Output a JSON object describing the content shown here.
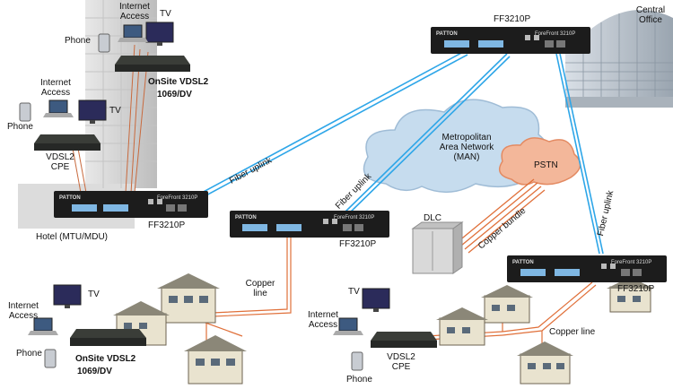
{
  "colors": {
    "fiber": "#2ea6e8",
    "copper": "#e0703a",
    "device_body": "#1c1c1c",
    "cloud": "#c6dcee",
    "pstn_cloud": "#f3b79a"
  },
  "labels": {
    "internet_access": "Internet Access",
    "tv": "TV",
    "phone": "Phone",
    "onsite_vdsl2": "OnSite VDSL2",
    "onsite_model": "1069/DV",
    "vdsl2_cpe_line1": "VDSL2",
    "vdsl2_cpe_line2": "CPE",
    "central_office_line1": "Central",
    "central_office_line2": "Office",
    "ff3210p": "FF3210P",
    "hotel": "Hotel (MTU/MDU)",
    "metro_line1": "Metropolitan",
    "metro_line2": "Area Network",
    "metro_line3": "(MAN)",
    "pstn": "PSTN",
    "dlc": "DLC",
    "copper_bundle": "Copper bundle",
    "fiber_uplink": "Fiber uplink",
    "copper_line_1": "Copper",
    "copper_line_2": "line",
    "copper_line": "Copper line",
    "patton": "PATTON",
    "foreFront": "ForeFront 3210P"
  },
  "icons": [
    "tv-icon",
    "phone-icon",
    "laptop-icon",
    "house-icon",
    "building-icon",
    "cabinet-icon",
    "cloud-icon",
    "router-icon"
  ]
}
